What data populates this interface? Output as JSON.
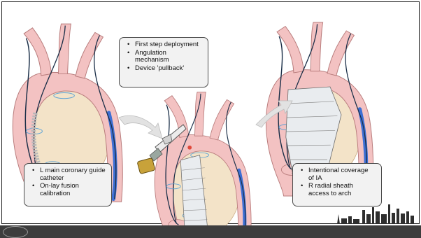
{
  "panels": [
    {
      "name": "panel-1-guide-catheter"
    },
    {
      "name": "panel-2-first-step-deployment"
    },
    {
      "name": "panel-3-intentional-coverage"
    }
  ],
  "callouts": {
    "left": {
      "items": [
        "L main coronary guide catheter",
        "On-lay fusion calibration"
      ]
    },
    "top": {
      "items": [
        "First step deployment",
        "Angulation mechanism",
        "Device 'pullback'"
      ]
    },
    "right": {
      "items": [
        "Intentional coverage of IA",
        "R radial sheath access to arch"
      ]
    }
  },
  "colors": {
    "vessel_pink": "#f3c2c2",
    "vessel_outline": "#b87c7c",
    "aneurysm_tan": "#f3e3c8",
    "catheter_blue": "#3d6fd4",
    "wire_dark": "#1b2f48",
    "arrow_gray": "#e2e2e2",
    "footer_bg": "#3d3d3d",
    "callout_bg": "#f2f2f2"
  },
  "icons": [
    "curved-arrow-icon",
    "device-handle-icon",
    "city-skyline-logo",
    "footer-logo"
  ]
}
